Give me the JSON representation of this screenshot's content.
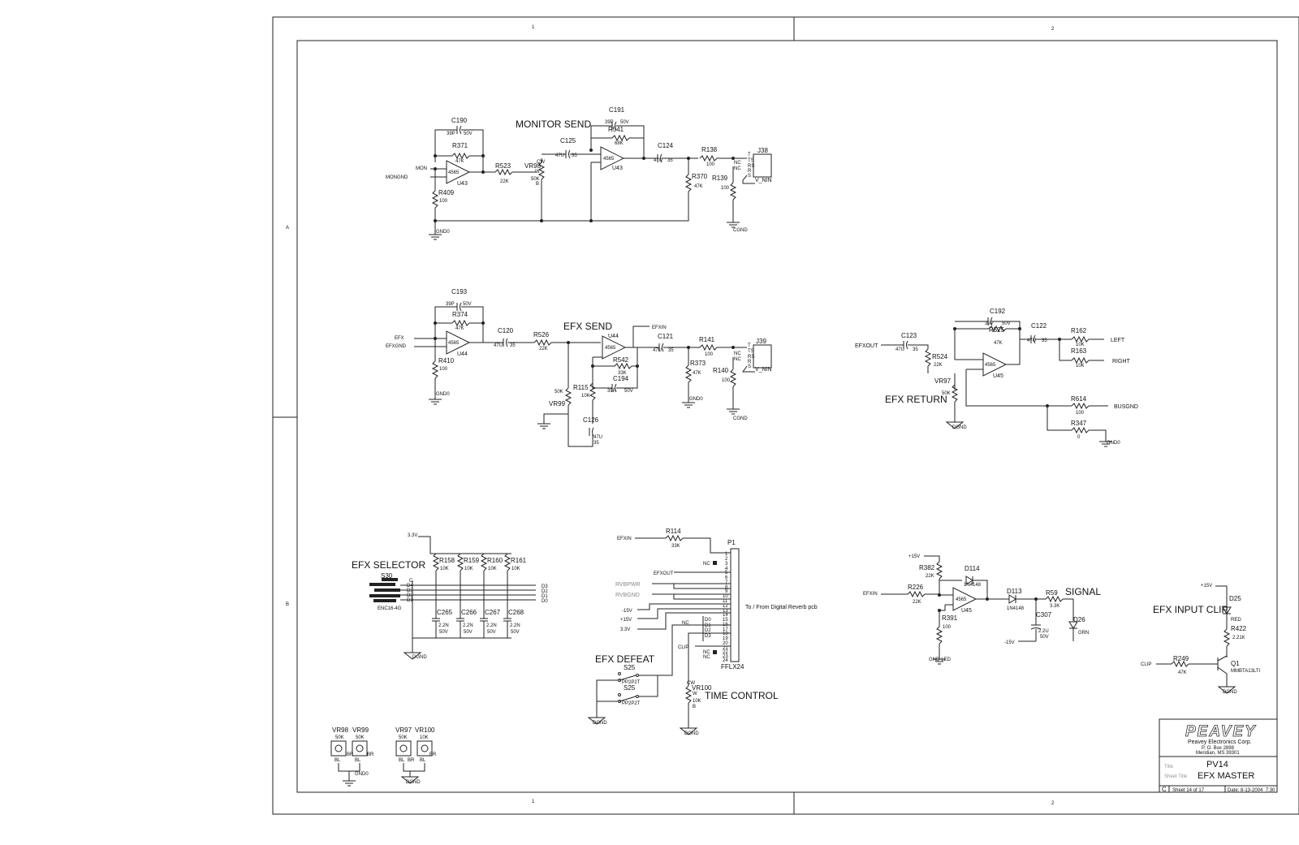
{
  "zones": {
    "top_1": "1",
    "top_2": "2",
    "left_a": "A",
    "left_b": "B",
    "bottom_1": "1",
    "bottom_2": "2"
  },
  "sections": {
    "monitor_send": "MONITOR SEND",
    "efx_send": "EFX SEND",
    "efx_return": "EFX RETURN",
    "efx_selector": "EFX SELECTOR",
    "efx_defeat": "EFX DEFEAT",
    "time_control": "TIME CONTROL",
    "signal": "SIGNAL",
    "efx_input_clip": "EFX INPUT CLIP"
  },
  "monitor": {
    "c190": "C190",
    "c190_v1": "39P",
    "c190_v2": "50V",
    "r371": "R371",
    "r371_v": "47K",
    "mon": "MON",
    "mongnd": "MONGND",
    "u43a": "U43",
    "u43a_type": "4565",
    "r409": "R409",
    "r409_v": "100",
    "gnd": "GND0",
    "r523": "R523",
    "r523_v": "22K",
    "vr98": "VR98",
    "vr98_v": "50K",
    "cw": "CW",
    "w": "W",
    "b": "B",
    "c125": "C125",
    "c125_v": "47U",
    "c125_v2": "35",
    "c191": "C191",
    "c191_v1": "39P",
    "c191_v2": "50V",
    "r541": "R541",
    "r541_v": "68K",
    "u43b": "U43",
    "u43b_type": "4565",
    "c124": "C124",
    "c124_v": "47U",
    "c124_v2": "35",
    "r138": "R138",
    "r138_v": "100",
    "r370": "R370",
    "r370_v": "47K",
    "r139": "R139",
    "r139_v": "100",
    "j38": "J38",
    "v_nin": "V_NIN",
    "cgnd": "CGND",
    "nc": "NC",
    "ts": "TS",
    "rs": "RS",
    "t": "T",
    "r": "R",
    "s": "S"
  },
  "efxsend": {
    "c193": "C193",
    "c193_v1": "39P",
    "c193_v2": "50V",
    "r374": "R374",
    "r374_v": "47K",
    "efx": "EFX",
    "efxgnd": "EFXGND",
    "u44a": "U44",
    "u44a_type": "4565",
    "r410": "R410",
    "r410_v": "100",
    "gnd": "GND0",
    "c120": "C120",
    "c120_v": "47U",
    "c120_v2": "35",
    "r526": "R526",
    "r526_v": "22K",
    "u44b": "U44",
    "u44b_type": "4565",
    "efxin": "EFXIN",
    "r542": "R542",
    "r542_v": "33K",
    "c194": "C194",
    "c194_v1": "39P",
    "c194_v2": "50V",
    "r115": "R115",
    "r115_v": "10K",
    "vr99": "VR99",
    "vr99_v": "50K",
    "c126": "C126",
    "c126_v": "47U",
    "c126_v2": "35",
    "c121": "C121",
    "c121_v": "47U",
    "c121_v2": "35",
    "r141": "R141",
    "r141_v": "100",
    "r373": "R373",
    "r373_v": "47K",
    "r140": "R140",
    "r140_v": "100",
    "j39": "J39",
    "v_nin": "V_NIN",
    "cgnd": "CGND",
    "gnd2": "GND0"
  },
  "efxreturn": {
    "efxout": "EFXOUT",
    "c123": "C123",
    "c123_v": "47U",
    "c123_v2": "35",
    "r524": "R524",
    "r524_v": "22K",
    "vr97": "VR97",
    "vr97_v": "50K",
    "c192": "C192",
    "c192_v1": "39P",
    "c192_v2": "50V",
    "r525": "R525",
    "r525_v": "47K",
    "u45": "U45",
    "u45_type": "4565",
    "c122": "C122",
    "c122_v": "47U",
    "c122_v2": "35",
    "r162": "R162",
    "r162_v": "10K",
    "left": "LEFT",
    "r163": "R163",
    "r163_v": "10K",
    "right": "RIGHT",
    "r614": "R614",
    "r614_v": "100",
    "busgnd": "BUSGND",
    "r347": "R347",
    "r347_v": "0",
    "gnd": "GND0",
    "dgnd": "DGND"
  },
  "selector": {
    "v33": "3.3V",
    "r158": "R158",
    "r159": "R159",
    "r160": "R160",
    "r161": "R161",
    "rv": "10K",
    "s30": "S30",
    "enc": "ENC16-4G",
    "c": "C",
    "d4": "D4",
    "d3": "D3",
    "d2": "D2",
    "d1": "D1",
    "c265": "C265",
    "c266": "C266",
    "c267": "C267",
    "c268": "C268",
    "cv": "2.2N",
    "cv2": "50V",
    "dgnd": "DGND"
  },
  "connector": {
    "efxin": "EFXIN",
    "r114": "R114",
    "r114_v": "33K",
    "p1": "P1",
    "ffl": "FFLX24",
    "efxout": "EFXOUT",
    "rvbpwr": "RVBPWR",
    "rvbgnd": "RVBGND",
    "n15": "-15V",
    "p15": "+15V",
    "v33": "3.3V",
    "clip": "CLIP",
    "to_from": "To / From Digital Reverb pcb",
    "pins": [
      "1",
      "2",
      "3",
      "4",
      "5",
      "6",
      "7",
      "8",
      "9",
      "10",
      "11",
      "12",
      "13",
      "14",
      "15",
      "16",
      "17",
      "18",
      "19",
      "20",
      "21",
      "22",
      "23",
      "24"
    ],
    "nc": "NC",
    "d0": "D0",
    "d1": "D1",
    "d2": "D2",
    "d3": "D3",
    "dgnd": "DGND"
  },
  "defeat": {
    "s25": "S25",
    "part": "PP2P2T",
    "vr100": "VR100",
    "vr100_v": "10K",
    "cw": "CW",
    "w": "W",
    "b": "B",
    "dgnd": "DGND"
  },
  "signal": {
    "p15": "+15V",
    "r382": "R382",
    "r382_v": "22K",
    "d114": "D114",
    "d114_v": "1N4148",
    "efxin": "EFXIN",
    "r226": "R226",
    "r226_v": "22K",
    "u45": "U45",
    "u45_type": "4565",
    "d113": "D113",
    "d113_v": "1N4148",
    "r59": "R59",
    "r59_v": "3.3K",
    "c307": "C307",
    "c307_v": "2.2U",
    "c307_v2": "50V",
    "n15": "-15V",
    "d26": "D26",
    "d26_v": "GRN",
    "r391": "R391",
    "r391_v": "100",
    "gndled": "GND-LED"
  },
  "clip": {
    "p15": "+15V",
    "d25": "D25",
    "red": "RED",
    "r422": "R422",
    "r422_v": "2.21K",
    "clip": "CLIP",
    "r249": "R249",
    "r249_v": "47K",
    "q1": "Q1",
    "q1_v": "MMBTA13LTI",
    "dgnd": "DGND"
  },
  "pots": {
    "vr98": "VR98",
    "vr98_v": "50K",
    "vr99": "VR99",
    "vr99_v": "50K",
    "vr97": "VR97",
    "vr97_v": "50K",
    "vr100": "VR100",
    "vr100_v": "10K",
    "bl": "BL",
    "br": "BR",
    "gnd": "GND0",
    "dgnd": "DGND"
  },
  "titleblock": {
    "logo": "PEAVEY",
    "company": "Peavey Electronics Corp.",
    "address1": "P. O. Box 2898",
    "address2": "Meridian, MS 39301",
    "title_label": "Title",
    "sheet_title_label": "Sheet Title",
    "title": "PV14",
    "sheet_title": "EFX MASTER",
    "size": "C",
    "sheet": "Sheet  14    of  17",
    "date": "Date:  8-13-2004_7:30"
  }
}
